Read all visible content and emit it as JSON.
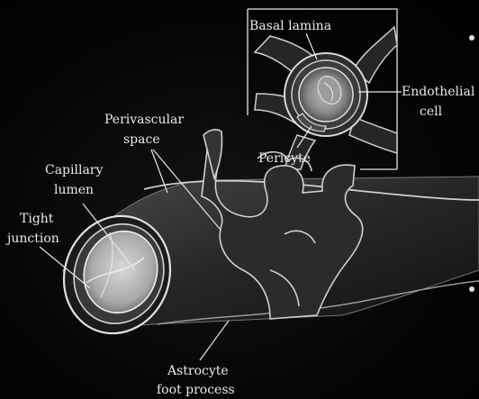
{
  "labels": {
    "basal_lamina": "Basal lamina",
    "endothelial_cell_1": "Endothelial",
    "endothelial_cell_2": "cell",
    "pericyte": "Pericyte",
    "perivascular_space_1": "Perivascular",
    "perivascular_space_2": "space",
    "capillary_lumen_1": "Capillary",
    "capillary_lumen_2": "lumen",
    "tight_junction_1": "Tight",
    "tight_junction_2": "junction",
    "astrocyte_foot_1": "Astrocyte",
    "astrocyte_foot_2": "foot process"
  },
  "colors": {
    "background": "#000000",
    "structure_fill": "#1f1f1f",
    "structure_mid": "#3a3a3a",
    "membrane": "#d8d8d8",
    "lumen": "#bdbdbd",
    "text": "#e9e9e9"
  }
}
